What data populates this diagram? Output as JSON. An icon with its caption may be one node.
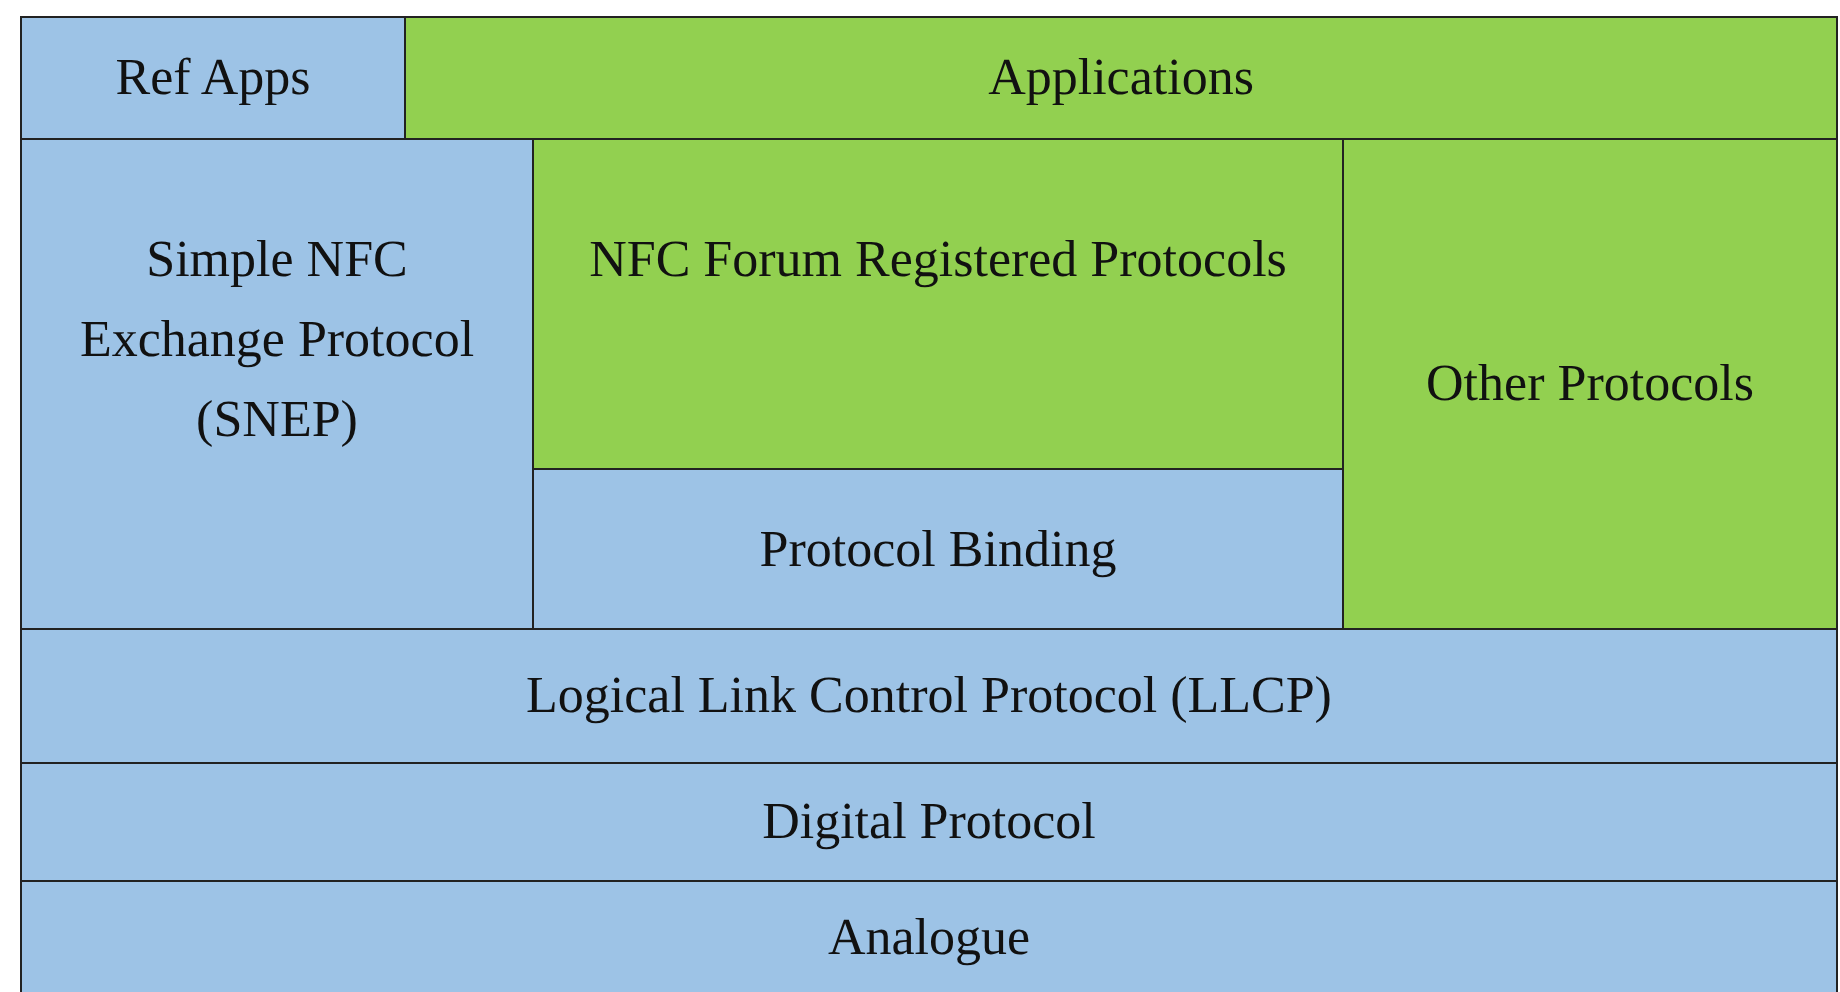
{
  "diagram": {
    "nodes": [
      {
        "text": [
          "Ref Apps"
        ]
      },
      {
        "text": [
          "Applications"
        ]
      },
      {
        "text": [
          "Simple NFC Exchange Protocol (SNEP)"
        ]
      },
      {
        "text": [
          "NFC Forum Registered Protocols"
        ]
      },
      {
        "text": [
          "Protocol Binding"
        ]
      },
      {
        "text": [
          "Other Protocols"
        ]
      },
      {
        "text": [
          "Logical Link Control Protocol (LLCP)"
        ]
      },
      {
        "text": [
          "Digital Protocol"
        ]
      },
      {
        "text": [
          "Analogue"
        ]
      }
    ]
  }
}
